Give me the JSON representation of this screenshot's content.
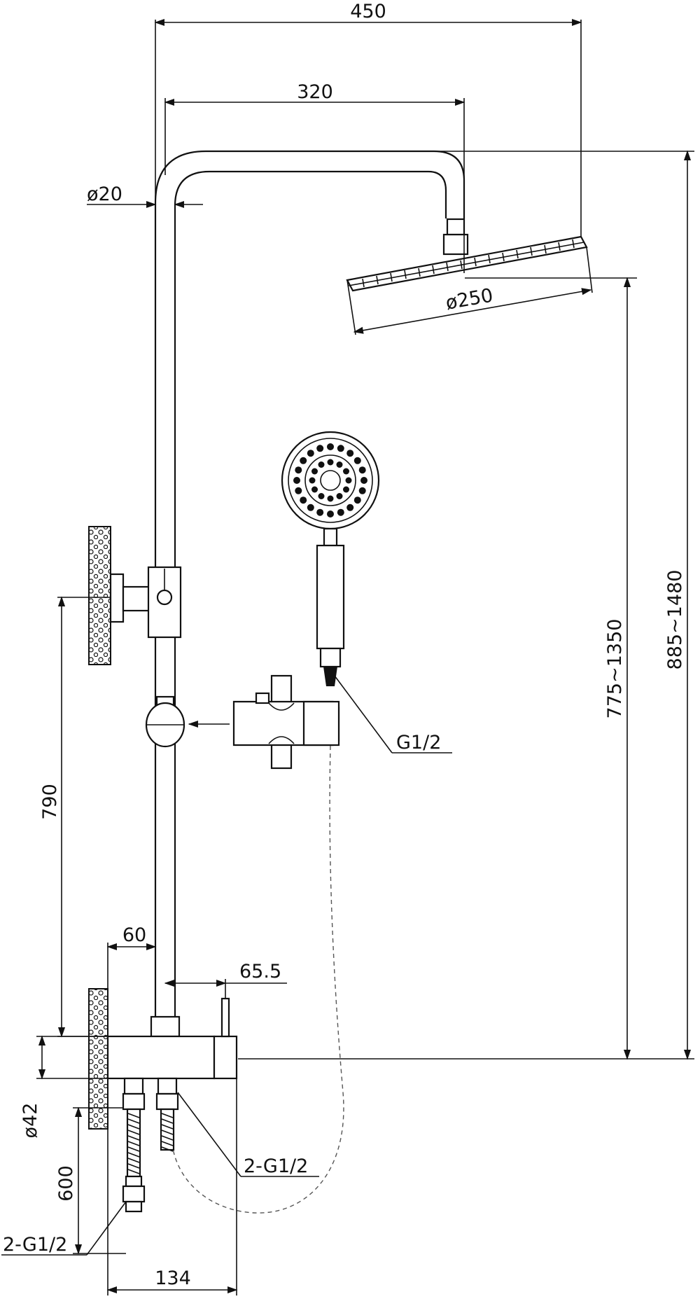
{
  "dimensions": {
    "overall_width": "450",
    "head_arm_length": "320",
    "pipe_diameter": "ø20",
    "head_diameter": "ø250",
    "head_height": "775~1350",
    "total_height": "885~1480",
    "slider_height": "790",
    "wall_offset": "60",
    "valve_offset": "65.5",
    "valve_diameter": "ø42",
    "hose_length": "600",
    "mixer_width": "134"
  },
  "connections": {
    "handshower_thread": "G1/2",
    "inlet_thread": "2-G1/2",
    "supply_thread": "2-G1/2"
  }
}
